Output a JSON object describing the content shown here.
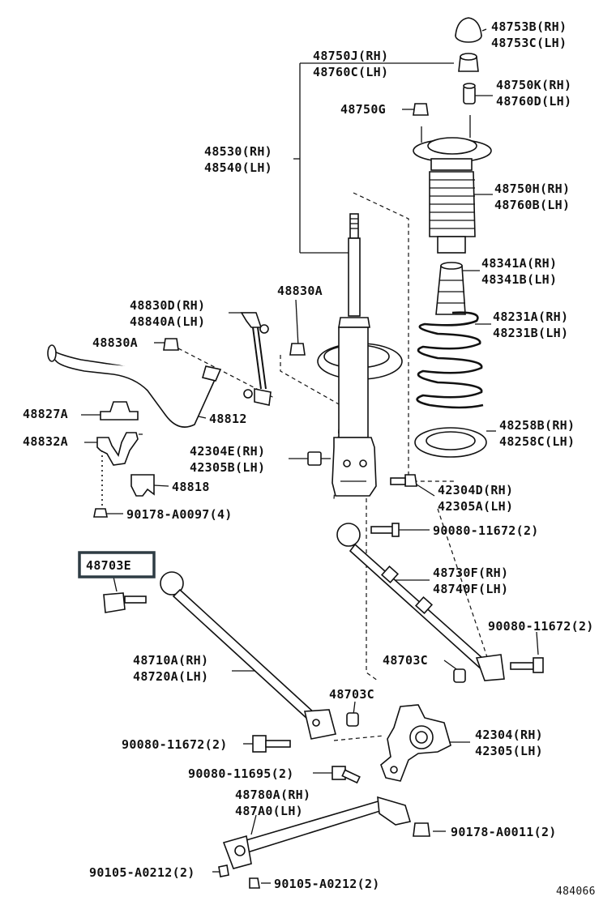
{
  "labels": {
    "p48753": [
      "48753B(RH)",
      "48753C(LH)"
    ],
    "p48750J": [
      "48750J(RH)",
      "48760C(LH)"
    ],
    "p48750K": [
      "48750K(RH)",
      "48760D(LH)"
    ],
    "p48750G": "48750G",
    "p48530": [
      "48530(RH)",
      "48540(LH)"
    ],
    "p48750H": [
      "48750H(RH)",
      "48760B(LH)"
    ],
    "p48341": [
      "48341A(RH)",
      "48341B(LH)"
    ],
    "p48830A_top": "48830A",
    "p48830D": [
      "48830D(RH)",
      "48840A(LH)"
    ],
    "p48231": [
      "48231A(RH)",
      "48231B(LH)"
    ],
    "p48830A_left": "48830A",
    "p48827A": "48827A",
    "p48812": "48812",
    "p48258": [
      "48258B(RH)",
      "48258C(LH)"
    ],
    "p48832A": "48832A",
    "p42304E": [
      "42304E(RH)",
      "42305B(LH)"
    ],
    "p48818": "48818",
    "p42304D": [
      "42304D(RH)",
      "42305A(LH)"
    ],
    "p90178_0097": "90178-A0097(4)",
    "p90080_11672_a": "90080-11672(2)",
    "p48703E": "48703E",
    "p48730F": [
      "48730F(RH)",
      "48740F(LH)"
    ],
    "p90080_11672_b": "90080-11672(2)",
    "p48710A": [
      "48710A(RH)",
      "48720A(LH)"
    ],
    "p48703C_a": "48703C",
    "p48703C_b": "48703C",
    "p42304": [
      "42304(RH)",
      "42305(LH)"
    ],
    "p90080_11672_c": "90080-11672(2)",
    "p90080_11695": "90080-11695(2)",
    "p48780A": [
      "48780A(RH)",
      "487A0(LH)"
    ],
    "p90178_0011": "90178-A0011(2)",
    "p90105_a": "90105-A0212(2)",
    "p90105_b": "90105-A0212(2)",
    "diagram_id": "484066"
  },
  "highlight_color": "#2e3c44"
}
